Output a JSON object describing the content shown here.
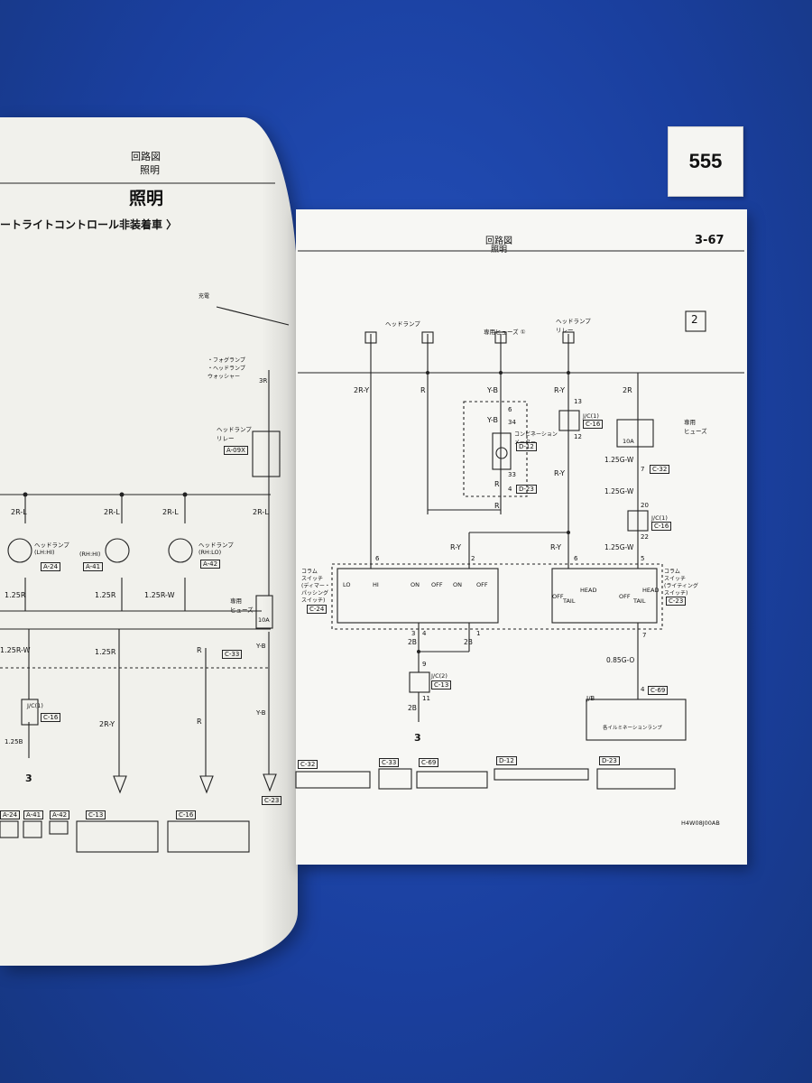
{
  "tag_number": "555",
  "left_page": {
    "header_line1": "回路図",
    "header_line2": "照明",
    "title": "照明",
    "subtitle": "ートライトコントロール非装着車 〉",
    "labels": {
      "charging": "充電",
      "fog_note": "・フォグランプ\n・ヘッドランプ\nウォッシャー",
      "relay": "ヘッドランプ\nリレー",
      "relay_conn": "A-09X",
      "headlamp_lh": "ヘッドランプ\n(LH:HI)",
      "headlamp_rh_hi": "(RH:HI)",
      "headlamp_rh_lo": "ヘッドランプ\n(RH:LO)",
      "dedicated_fuse": "専用\nヒューズ",
      "fuse_amp": "10A",
      "jc1": "J/C(1)",
      "ground_mark": "3"
    },
    "connectors": [
      "A-24",
      "A-41",
      "A-42",
      "C-13",
      "C-16",
      "C-23",
      "C-16",
      "C-33",
      "A-24",
      "A-41",
      "A-42"
    ],
    "wires": [
      "2R-L",
      "2R-L",
      "2R-L",
      "2R-L",
      "1.25R",
      "1.25R",
      "1.25R-W",
      "1.25R-W",
      "1.25R",
      "R",
      "Y-B",
      "Y-B",
      "2R-Y",
      "R",
      "1.25B",
      "3R"
    ]
  },
  "right_page": {
    "header_line1": "回路図",
    "header_line2": "照明",
    "page_number": "3-67",
    "section_box": "2",
    "footer_code": "H4W08J00AB",
    "labels": {
      "headlamp": "ヘッドランプ",
      "dedicated_fuse1": "専用ヒューズ ①",
      "headlamp_relay": "ヘッドランプ\nリレー",
      "combination_meter": "コンビネーション\nメーター",
      "column_switch_dimmer": "コラム\nスイッチ\n(ディマー・\nパッシング\nスイッチ)",
      "column_switch_lighting": "コラム\nスイッチ\n(ライティング\nスイッチ)",
      "dedicated_fuse": "専用\nヒューズ",
      "fuse_amp": "10A",
      "jb": "J/B",
      "illumination_lamp": "各イルミネーションランプ",
      "jc1": "J/C(1)",
      "jc2": "J/C(2)",
      "ground_mark": "3",
      "lo": "LO",
      "hi": "HI",
      "on": "ON",
      "off": "OFF",
      "head": "HEAD",
      "tail": "TAIL"
    },
    "connectors": [
      "D-12",
      "D-23",
      "C-16",
      "C-32",
      "C-16",
      "C-23",
      "C-24",
      "C-13",
      "C-69",
      "C-32",
      "C-33",
      "C-69",
      "D-12",
      "D-23"
    ],
    "wires": [
      "2R-Y",
      "R",
      "Y-B",
      "Y-B",
      "R",
      "R",
      "R-Y",
      "R-Y",
      "R-Y",
      "R-Y",
      "2R",
      "1.25G-W",
      "1.25G-W",
      "1.25G-W",
      "2B",
      "2B",
      "2B",
      "0.85G-O"
    ],
    "pins": [
      "6",
      "34",
      "33",
      "4",
      "13",
      "12",
      "7",
      "20",
      "22",
      "6",
      "2",
      "6",
      "5",
      "4",
      "3",
      "9",
      "11",
      "1",
      "7",
      "4"
    ]
  }
}
